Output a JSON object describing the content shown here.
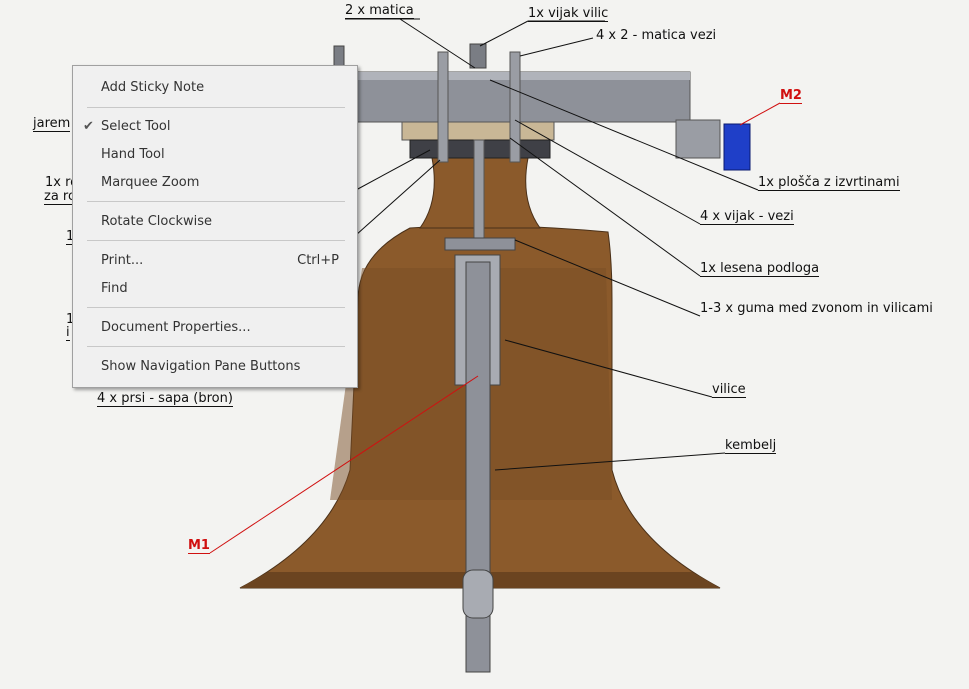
{
  "drawing_labels": {
    "matica2": "2 x matica",
    "vijak_vilic": "1x vijak vilic",
    "matica_vezi": "4 x 2 - matica vezi",
    "m2": "M2",
    "plosca": "1x plošča z izvrtinami",
    "vijak_vezi": "4 x vijak - vezi",
    "lesena_podloga": "1x lesena podloga",
    "guma": "1-3 x guma med zvonom in vilicami",
    "vilice": "vilice",
    "kembelj": "kembelj",
    "m1": "M1",
    "jarem": "jarem",
    "left1a": "1x ro",
    "left1b": "za ro",
    "left2": "1",
    "left3a": "1",
    "left3b": "i",
    "prsi": "4 x prsi - sapa (bron)"
  },
  "context_menu": {
    "items": [
      {
        "label": "Add Sticky Note"
      },
      {
        "label": "Select Tool",
        "checked": true
      },
      {
        "label": "Hand Tool"
      },
      {
        "label": "Marquee Zoom"
      },
      {
        "label": "Rotate Clockwise"
      },
      {
        "label": "Print...",
        "shortcut": "Ctrl+P"
      },
      {
        "label": "Find"
      },
      {
        "label": "Document Properties..."
      },
      {
        "label": "Show Navigation Pane Buttons"
      }
    ],
    "check_mark": "✔"
  },
  "colors": {
    "bell": "#8b5a2b",
    "steel": "#8e9199",
    "motor": "#1f3fc8",
    "annotation_red": "#d01010"
  }
}
